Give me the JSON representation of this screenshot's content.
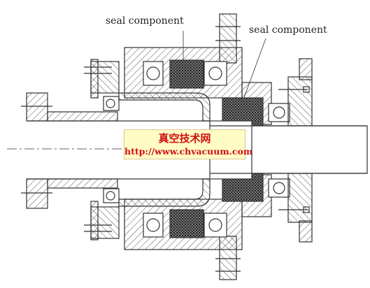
{
  "labels": {
    "left": "seal component",
    "right": "seal component"
  },
  "watermark": {
    "title": "真空技术网",
    "url": "http://www.chvacuum.com"
  },
  "colors": {
    "line": "#333333",
    "hatch": "#555555",
    "seal_fill": "#4a4a4a",
    "watermark_bg": "#fffcc6",
    "watermark_text": "#d01010"
  }
}
